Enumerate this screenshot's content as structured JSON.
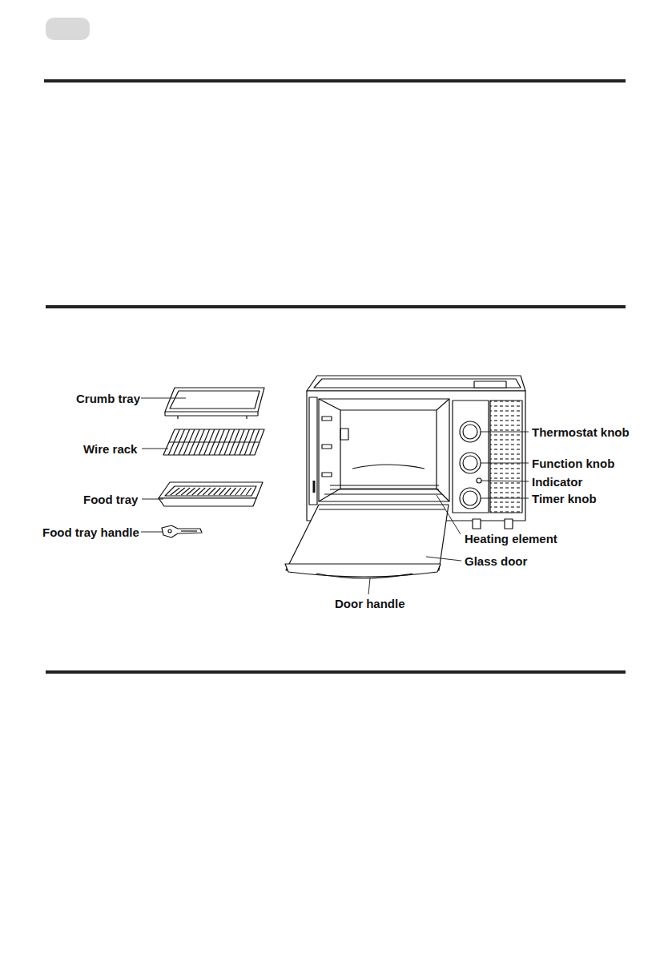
{
  "diagram": {
    "labels": [
      "Crumb tray",
      "Wire rack",
      "Food tray",
      "Food tray handle",
      "Thermostat knob",
      "Function knob",
      "Indicator",
      "Timer knob",
      "Heating element",
      "Glass door",
      "Door handle"
    ]
  }
}
